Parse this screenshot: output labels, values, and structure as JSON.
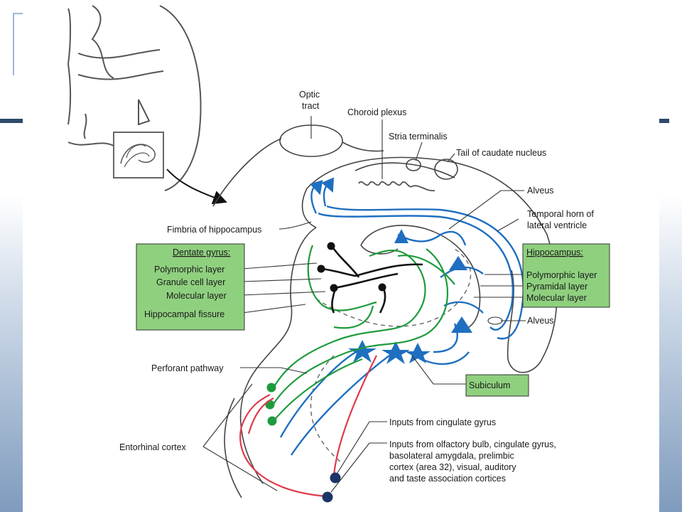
{
  "labels": {
    "optic_tract_1": "Optic",
    "optic_tract_2": "tract",
    "choroid_plexus": "Choroid plexus",
    "stria_terminalis": "Stria terminalis",
    "tail_caudate": "Tail of caudate nucleus",
    "alveus_top": "Alveus",
    "temporal_horn_1": "Temporal horn of",
    "temporal_horn_2": "lateral ventricle",
    "fimbria": "Fimbria of hippocampus",
    "alveus_bottom": "Alveus",
    "perforant": "Perforant pathway",
    "subiculum": "Subiculum",
    "entorhinal": "Entorhinal cortex",
    "inputs_cingulate": "Inputs from cingulate gyrus",
    "inputs_olfactory": [
      "Inputs from olfactory bulb, cingulate gyrus,",
      "basolateral amygdala, prelimbic",
      "cortex (area 32), visual, auditory",
      "and taste association cortices"
    ]
  },
  "dentate_box": {
    "title": "Dentate gyrus:",
    "items": [
      "Polymorphic layer",
      "Granule cell layer",
      "Molecular layer",
      "Hippocampal fissure"
    ]
  },
  "hippocampus_box": {
    "title": "Hippocampus:",
    "items": [
      "Polymorphic layer",
      "Pyramidal layer",
      "Molecular layer"
    ]
  },
  "colors": {
    "box_fill": "#8fd07f",
    "blue_pathway": "#1f6fc0",
    "green_pathway": "#1e9b3c",
    "red_pathway": "#e03b4b",
    "black_pathway": "#111111",
    "outline": "#444444",
    "navy_cell": "#1c3566"
  }
}
